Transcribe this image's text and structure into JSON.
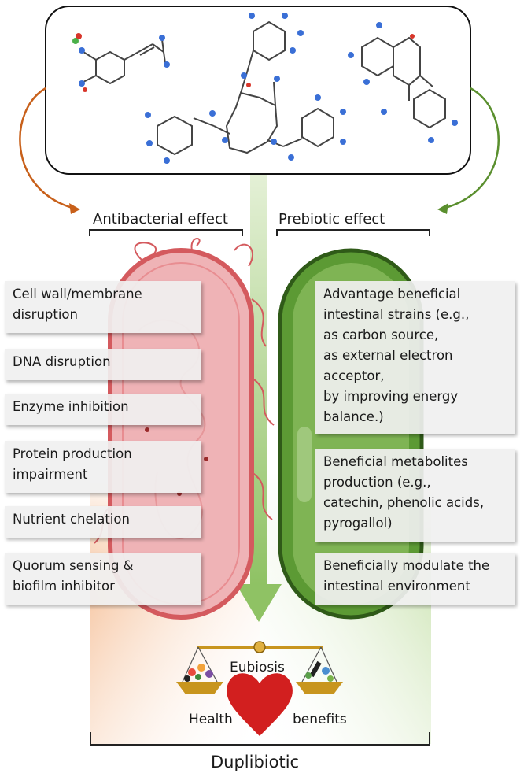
{
  "headers": {
    "antibacterial": "Antibacterial effect",
    "prebiotic": "Prebiotic effect"
  },
  "antibacterial_boxes": [
    [
      "Cell wall/membrane",
      "disruption"
    ],
    [
      "DNA disruption"
    ],
    [
      "Enzyme inhibition"
    ],
    [
      "Protein production",
      "impairment"
    ],
    [
      "Nutrient chelation"
    ],
    [
      "Quorum sensing &",
      "biofilm inhibitor"
    ]
  ],
  "prebiotic_boxes": [
    [
      "Advantage beneficial",
      "intestinal strains (e.g.,",
      "as carbon source,",
      "as external electron",
      "acceptor,",
      "by improving energy",
      "balance.)"
    ],
    [
      "Beneficial metabolites",
      "production (e.g.,",
      "catechin, phenolic acids,",
      "pyrogallol)"
    ],
    [
      "Beneficially modulate the",
      "intestinal environment"
    ]
  ],
  "bottom": {
    "eubiosis": "Eubiosis",
    "health": "Health",
    "benefits": "benefits",
    "title": "Duplibiotic"
  },
  "colors": {
    "antibacterial_arrow": "#c8601a",
    "prebiotic_arrow": "#5a8f2e",
    "pathogen_fill": "#efb3b6",
    "pathogen_border": "#d45a5e",
    "probiotic_fill": "#5c9a34",
    "probiotic_border": "#2f5a18",
    "heart": "#d21f1f",
    "scale": "#c8951e",
    "center_arrow": "#a9d088",
    "molecule_O": "#d8352a",
    "molecule_N": "#3a6fd6"
  }
}
